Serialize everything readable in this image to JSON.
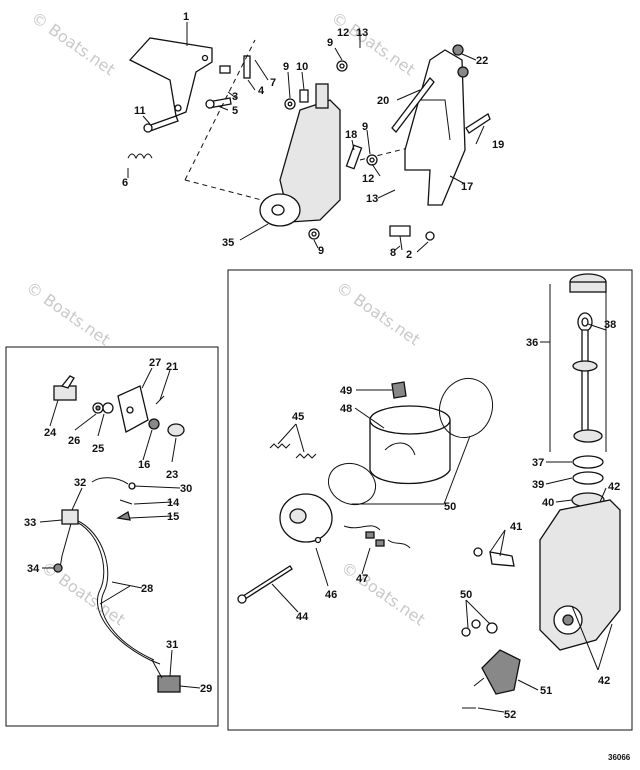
{
  "diagram": {
    "watermark": "© Boats.net",
    "reference_code": "36066",
    "part_labels": {
      "p1": "1",
      "p2": "2",
      "p3": "3",
      "p4": "4",
      "p5": "5",
      "p6": "6",
      "p7": "7",
      "p8": "8",
      "p9a": "9",
      "p9b": "9",
      "p9c": "9",
      "p10": "10",
      "p11": "11",
      "p12a": "12",
      "p12b": "12",
      "p13a": "13",
      "p13b": "13",
      "p14": "14",
      "p15": "15",
      "p16": "16",
      "p17": "17",
      "p18": "18",
      "p19": "19",
      "p20": "20",
      "p21": "21",
      "p22": "22",
      "p23": "23",
      "p24": "24",
      "p25": "25",
      "p26": "26",
      "p27": "27",
      "p28": "28",
      "p29": "29",
      "p30": "30",
      "p31": "31",
      "p32": "32",
      "p33": "33",
      "p34": "34",
      "p35": "35",
      "p36": "36",
      "p37": "37",
      "p38": "38",
      "p39": "39",
      "p40": "40",
      "p41": "41",
      "p42a": "42",
      "p42b": "42",
      "p44": "44",
      "p45": "45",
      "p46": "46",
      "p47": "47",
      "p48": "48",
      "p49": "49",
      "p50a": "50",
      "p50b": "50",
      "p51": "51",
      "p52": "52"
    }
  }
}
